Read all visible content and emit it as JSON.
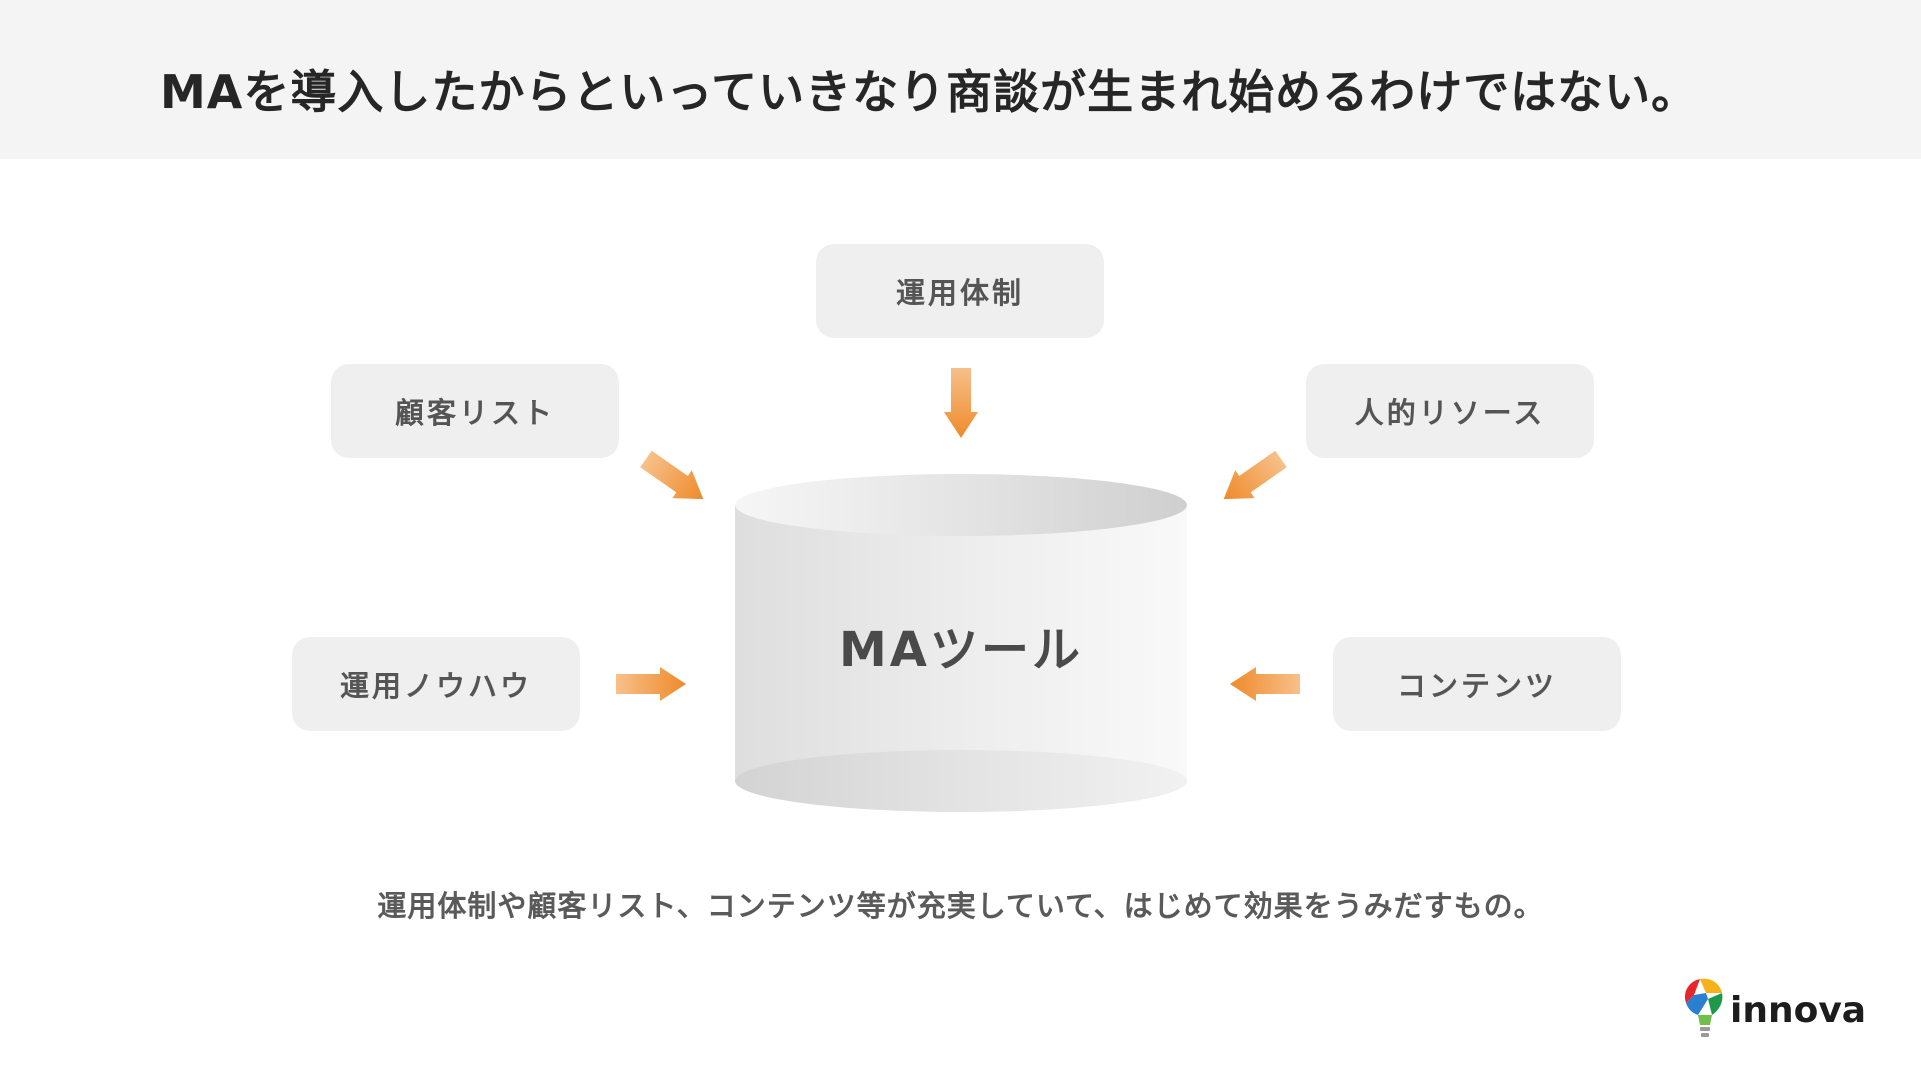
{
  "header": {
    "title": "MAを導入したからといっていきなり商談が生まれ始めるわけではない。"
  },
  "diagram": {
    "center": {
      "label": "MAツール"
    },
    "nodes": {
      "top": "運用体制",
      "top_left": "顧客リスト",
      "top_right": "人的リソース",
      "bottom_left": "運用ノウハウ",
      "bottom_right": "コンテンツ"
    },
    "colors": {
      "arrow": "#ee8a2a",
      "node_bg": "#efefef",
      "cylinder": "#e6e6e6"
    }
  },
  "caption": "運用体制や顧客リスト、コンテンツ等が充実していて、はじめて効果をうみだすもの。",
  "footer": {
    "logo_text": "innova",
    "logo_icon": "lightbulb-icon"
  }
}
